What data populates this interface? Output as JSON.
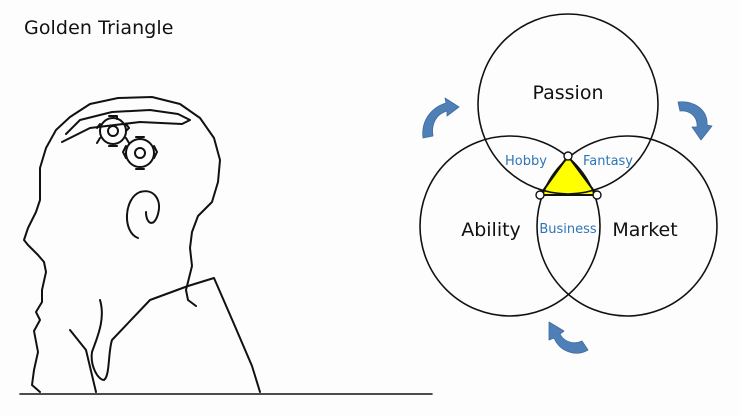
{
  "slide": {
    "title": "Golden Triangle"
  },
  "venn": {
    "circles": {
      "passion": "Passion",
      "ability": "Ability",
      "market": "Market"
    },
    "overlaps": {
      "passion_ability": "Hobby",
      "passion_market": "Fantasy",
      "ability_market": "Business"
    },
    "colors": {
      "circle_stroke": "#111111",
      "center_fill": "#ffff00",
      "overlap_text": "#2e75b6",
      "arrow_fill": "#4f7fb7"
    }
  },
  "illustration": {
    "subject": "head-profile-with-gears",
    "arrows": "cycle-arrow-icon"
  }
}
